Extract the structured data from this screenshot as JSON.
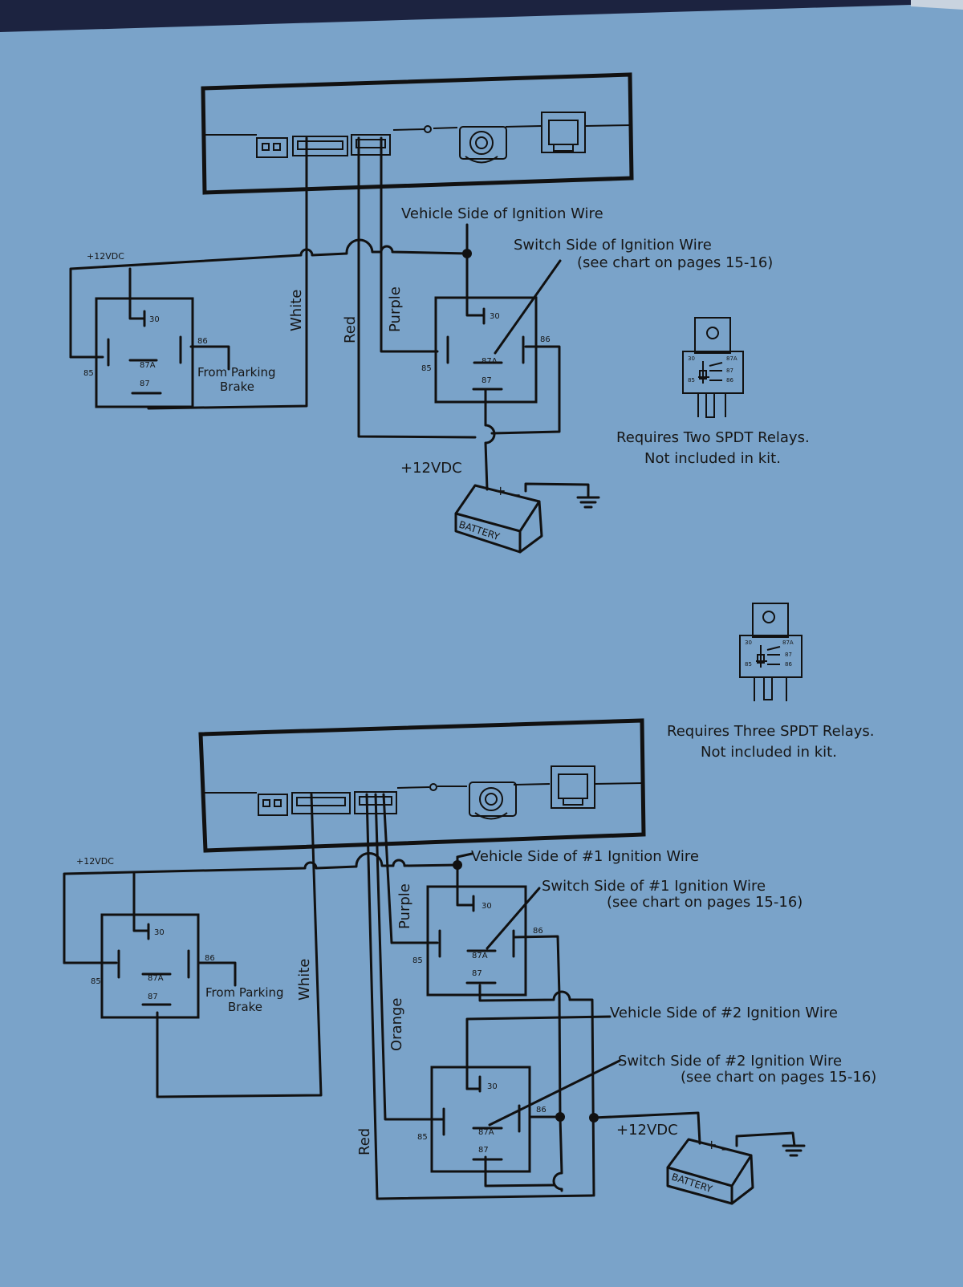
{
  "colors": {
    "background": "#7aa3c9",
    "ink": "#111111",
    "top_bar": "#1c2340"
  },
  "pin_labels": {
    "p30": "30",
    "p85": "85",
    "p86": "86",
    "p87": "87",
    "p87a": "87A"
  },
  "diagram_top": {
    "v12_small": "+12VDC",
    "white": "White",
    "red": "Red",
    "purple": "Purple",
    "vehicle_side": "Vehicle Side of Ignition Wire",
    "switch_side": "Switch Side of Ignition Wire",
    "see_chart": "(see chart on pages 15-16)",
    "from_parking_1": "From Parking",
    "from_parking_2": "Brake",
    "v12_battery": "+12VDC",
    "battery": "BATTERY",
    "relay_note_1": "Requires Two SPDT Relays.",
    "relay_note_2": "Not included in kit."
  },
  "diagram_bottom": {
    "v12_small": "+12VDC",
    "white": "White",
    "red": "Red",
    "purple": "Purple",
    "orange": "Orange",
    "vehicle_side_1": "Vehicle Side of #1 Ignition Wire",
    "switch_side_1": "Switch Side of #1 Ignition Wire",
    "see_chart_1": "(see chart on pages 15-16)",
    "vehicle_side_2": "Vehicle Side of #2 Ignition Wire",
    "switch_side_2": "Switch Side of #2 Ignition Wire",
    "see_chart_2": "(see chart on pages 15-16)",
    "from_parking_1": "From Parking",
    "from_parking_2": "Brake",
    "v12_battery": "+12VDC",
    "battery": "BATTERY",
    "relay_note_1": "Requires Three SPDT Relays.",
    "relay_note_2": "Not included in kit."
  }
}
